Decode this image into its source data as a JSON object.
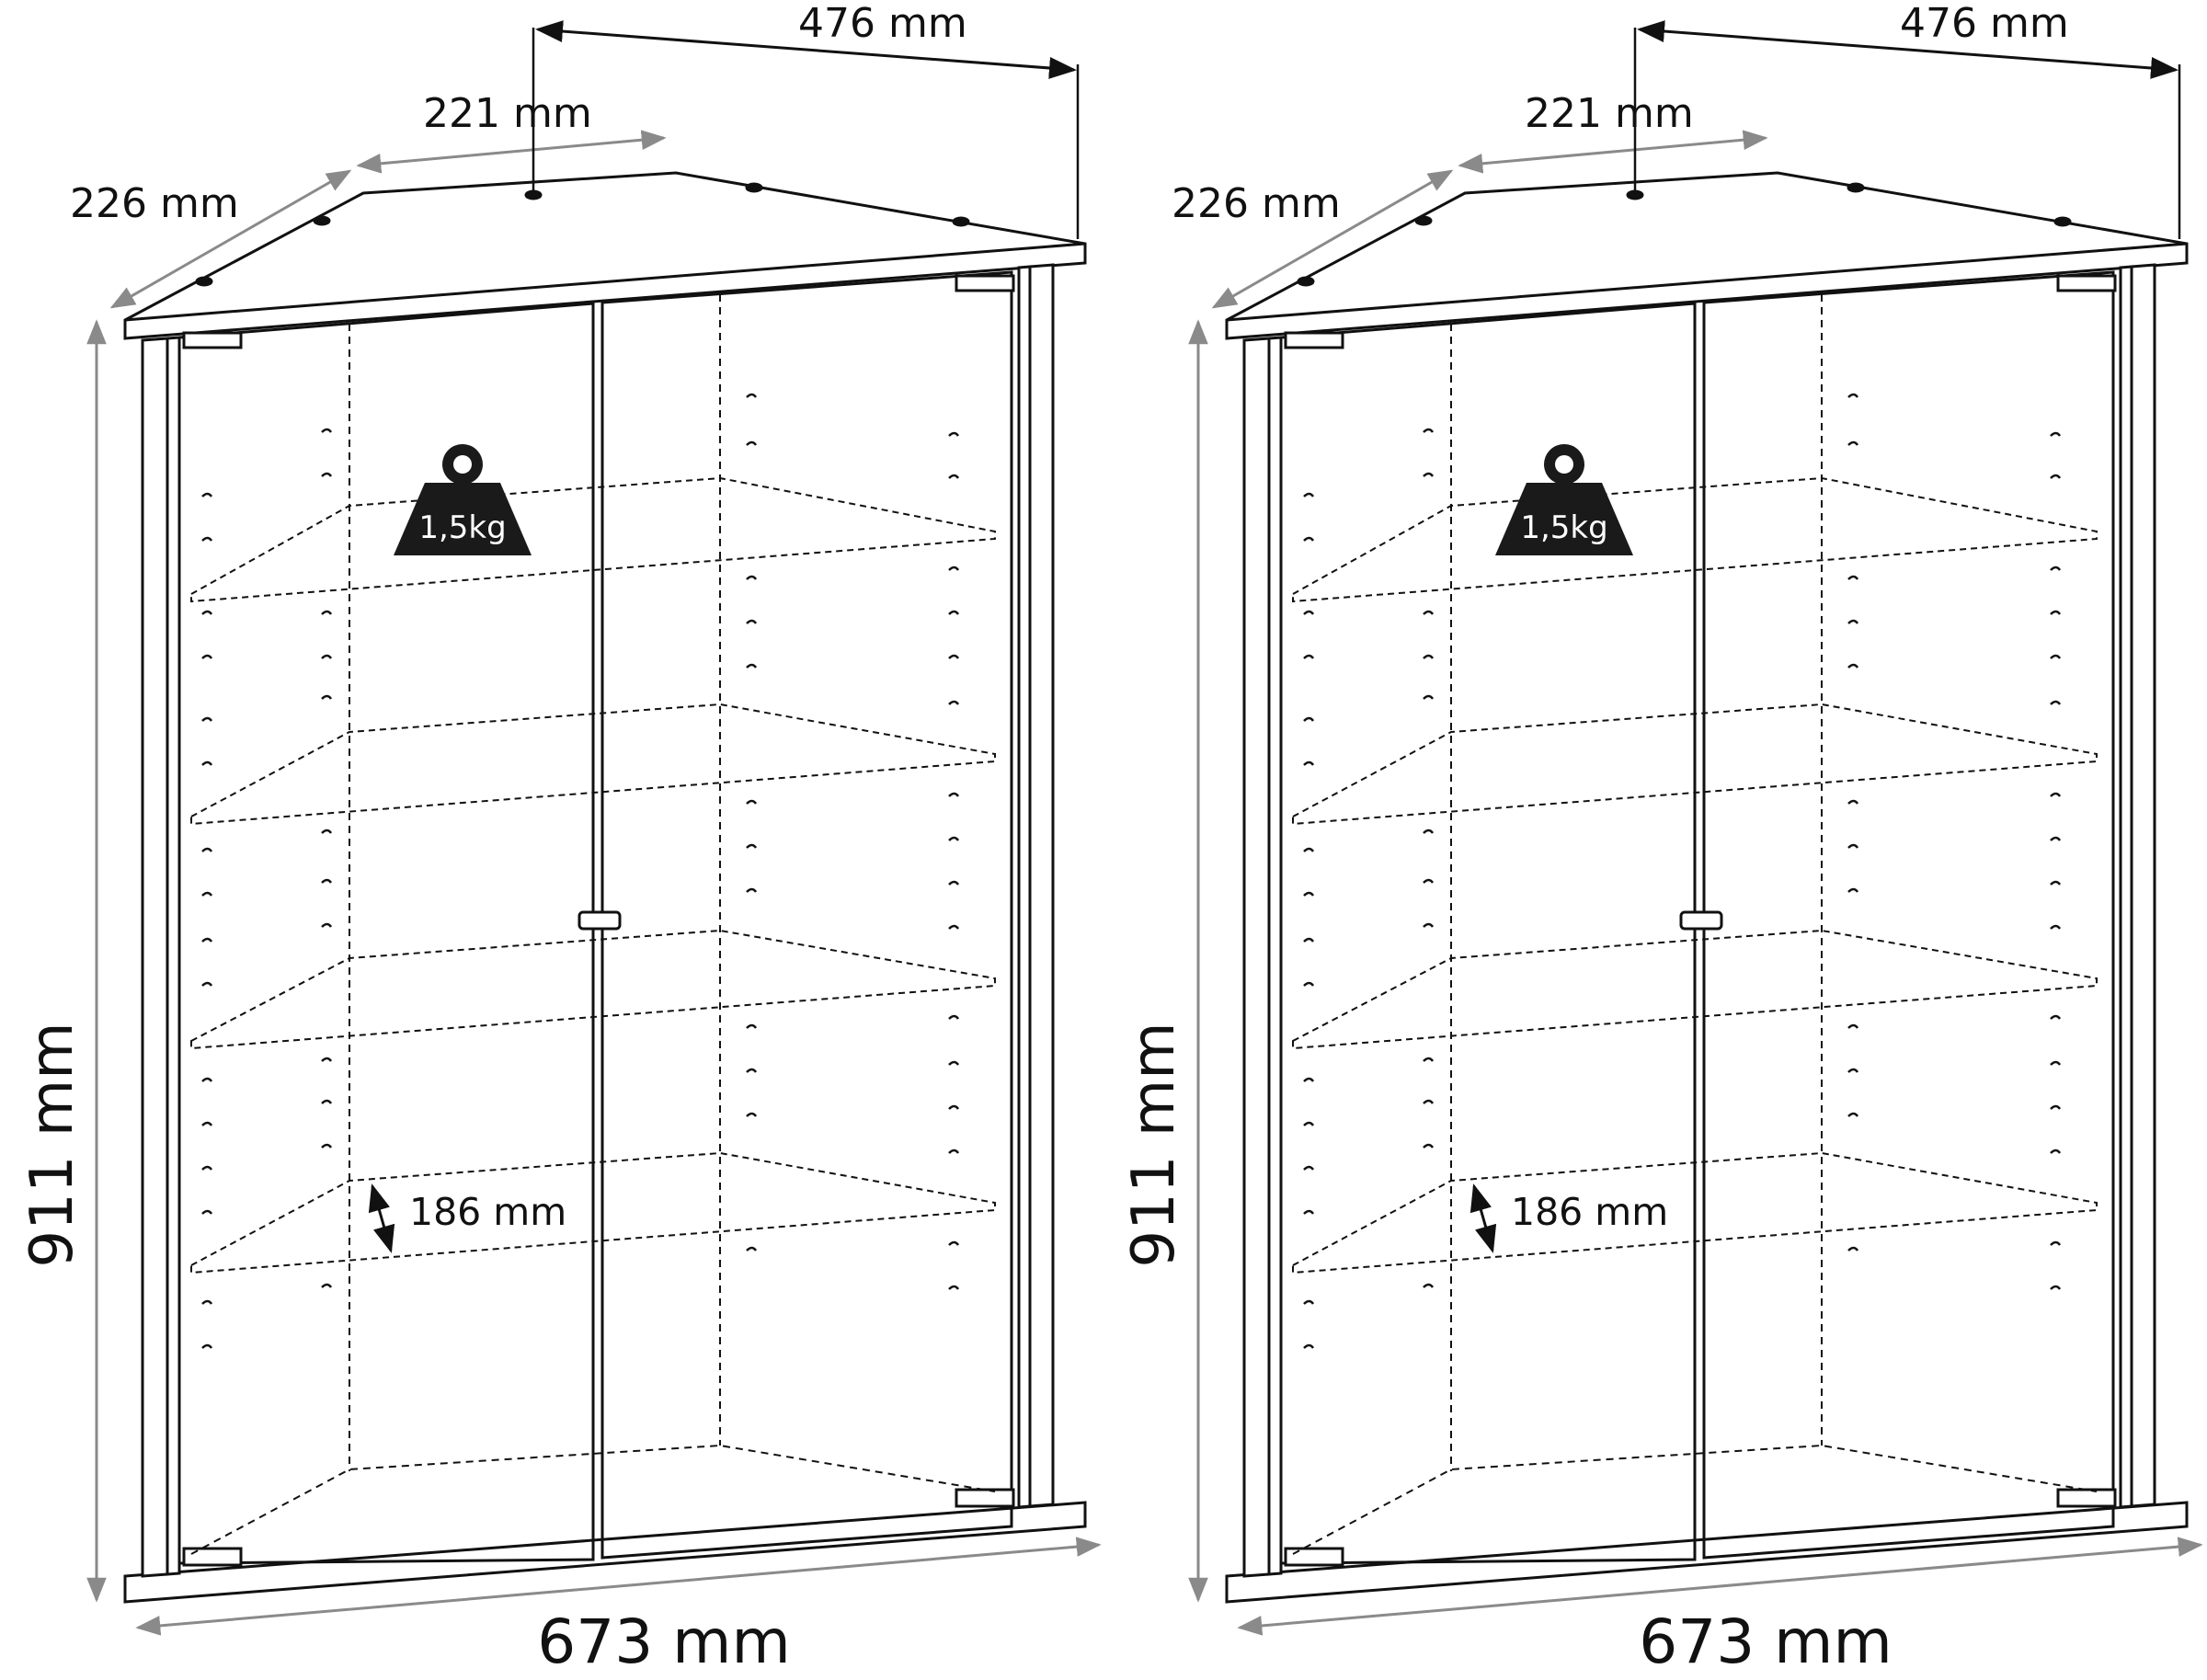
{
  "diagrams": [
    {
      "dims": {
        "width": "673 mm",
        "height": "911 mm",
        "side_depth": "226 mm",
        "back_width": "221 mm",
        "diagonal": "476 mm",
        "shelf_spacing": "186 mm"
      },
      "shelf_load": "1,5kg"
    },
    {
      "dims": {
        "width": "673 mm",
        "height": "911 mm",
        "side_depth": "226 mm",
        "back_width": "221 mm",
        "diagonal": "476 mm",
        "shelf_spacing": "186 mm"
      },
      "shelf_load": "1,5kg"
    }
  ],
  "colors": {
    "line": "#111111",
    "dimension_line": "#8a8a8a",
    "weight_icon": "#1a1a1a"
  },
  "icons": [
    "weight-icon"
  ]
}
